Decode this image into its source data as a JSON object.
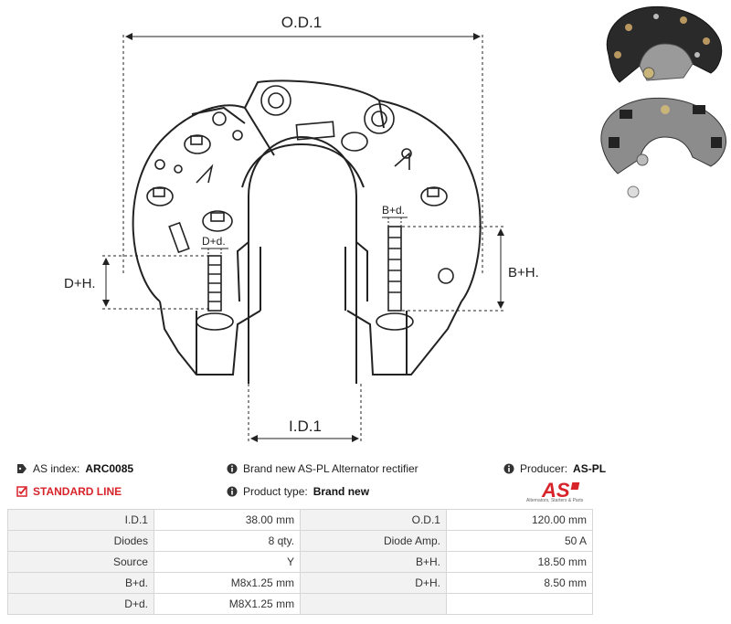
{
  "drawing": {
    "labels": {
      "od": "O.D.1",
      "id": "I.D.1",
      "dh": "D+H.",
      "bh": "B+H.",
      "dd": "D+d.",
      "bd": "B+d."
    }
  },
  "info": {
    "as_index_label": "AS index:",
    "as_index_value": "ARC0085",
    "standard_line": "STANDARD LINE",
    "brand_text": "Brand new AS-PL Alternator rectifier",
    "product_type_label": "Product type:",
    "product_type_value": "Brand new",
    "producer_label": "Producer:",
    "producer_value": "AS-PL",
    "logo_text": "AS",
    "logo_tagline": "Alternators, Starters & Parts"
  },
  "colors": {
    "accent": "#d8232a"
  },
  "specs": [
    {
      "l1": "I.D.1",
      "v1": "38.00 mm",
      "l2": "O.D.1",
      "v2": "120.00 mm"
    },
    {
      "l1": "Diodes",
      "v1": "8 qty.",
      "l2": "Diode Amp.",
      "v2": "50 A"
    },
    {
      "l1": "Source",
      "v1": "Y",
      "l2": "B+H.",
      "v2": "18.50 mm"
    },
    {
      "l1": "B+d.",
      "v1": "M8x1.25 mm",
      "l2": "D+H.",
      "v2": "8.50 mm"
    },
    {
      "l1": "D+d.",
      "v1": "M8X1.25 mm",
      "l2": "",
      "v2": ""
    }
  ]
}
